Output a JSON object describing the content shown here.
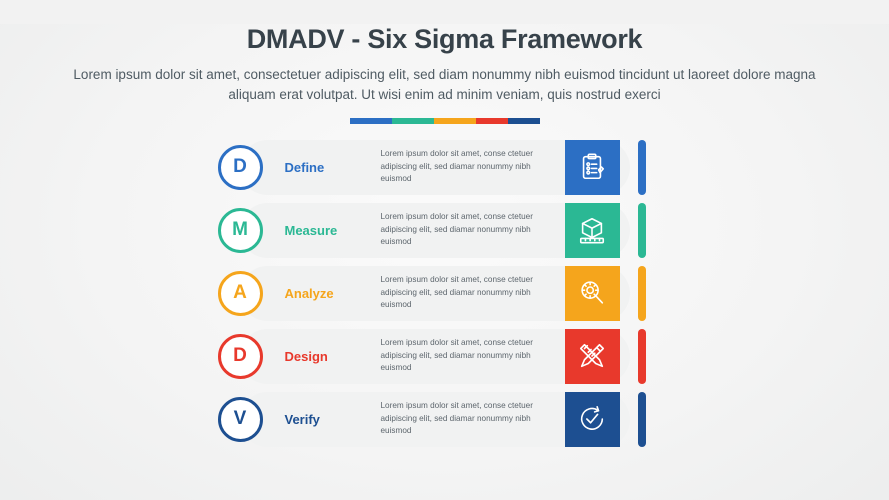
{
  "header": {
    "title": "DMADV - Six Sigma Framework",
    "subtitle": "Lorem ipsum dolor sit amet, consectetuer adipiscing elit, sed diam nonummy nibh euismod tincidunt ut laoreet dolore magna aliquam erat volutpat. Ut wisi enim ad minim veniam, quis nostrud exerci"
  },
  "divider": {
    "segments": [
      {
        "color": "#2c6fc4",
        "width": 42
      },
      {
        "color": "#2bb894",
        "width": 42
      },
      {
        "color": "#f5a51c",
        "width": 42
      },
      {
        "color": "#e8392c",
        "width": 32
      },
      {
        "color": "#1d4f91",
        "width": 32
      }
    ]
  },
  "steps": [
    {
      "letter": "D",
      "label": "Define",
      "color": "#2c6fc4",
      "description": "Lorem ipsum dolor sit amet, conse ctetuer adipiscing elit, sed diamar nonummy nibh euismod",
      "icon": "clipboard-checklist-icon"
    },
    {
      "letter": "M",
      "label": "Measure",
      "color": "#2bb894",
      "description": "Lorem ipsum dolor sit amet, conse ctetuer adipiscing elit, sed diamar nonummy nibh euismod",
      "icon": "box-ruler-measure-icon"
    },
    {
      "letter": "A",
      "label": "Analyze",
      "color": "#f5a51c",
      "description": "Lorem ipsum dolor sit amet, conse ctetuer adipiscing elit, sed diamar nonummy nibh euismod",
      "icon": "gear-magnifier-analyze-icon"
    },
    {
      "letter": "D",
      "label": "Design",
      "color": "#e8392c",
      "description": "Lorem ipsum dolor sit amet, conse ctetuer adipiscing elit, sed diamar nonummy nibh euismod",
      "icon": "pencil-ruler-design-icon"
    },
    {
      "letter": "V",
      "label": "Verify",
      "color": "#1d4f91",
      "description": "Lorem ipsum dolor sit amet, conse ctetuer adipiscing elit, sed diamar nonummy nibh euismod",
      "icon": "check-circle-arrow-verify-icon"
    }
  ]
}
